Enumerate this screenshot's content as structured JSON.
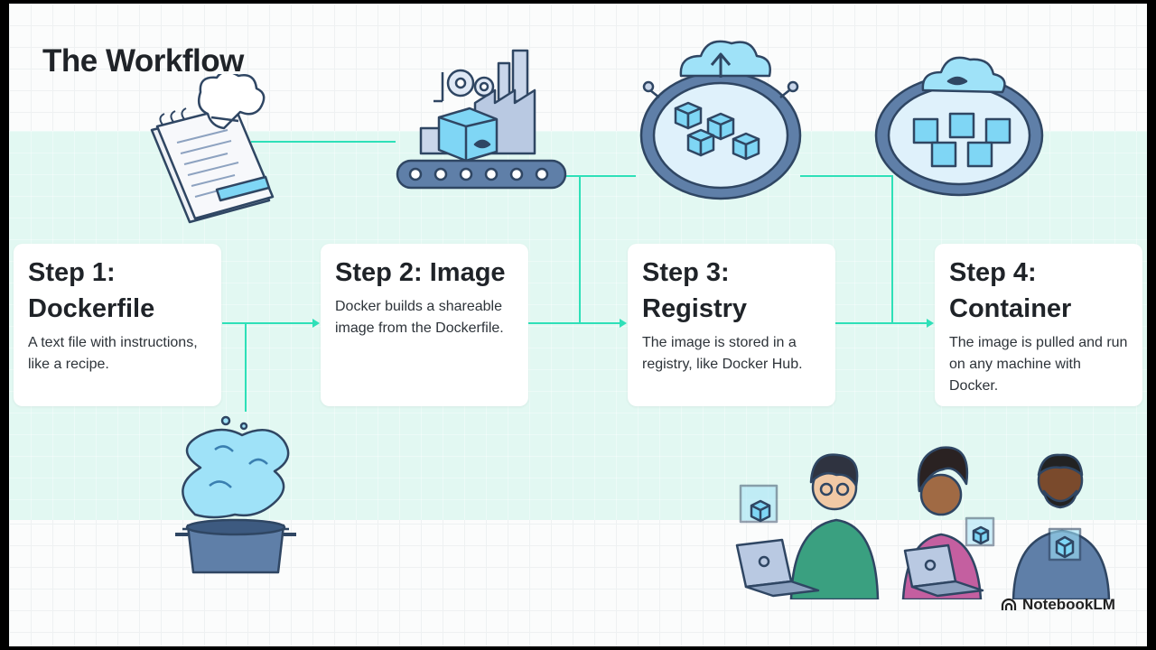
{
  "title": "The Workflow",
  "steps": [
    {
      "heading_line1": "Step 1:",
      "heading_line2": "Dockerfile",
      "body": "A text file with instructions, like a recipe."
    },
    {
      "heading_line1": "Step 2: Image",
      "heading_line2": "",
      "body": "Docker builds a shareable image from the Dockerfile."
    },
    {
      "heading_line1": "Step 3:",
      "heading_line2": "Registry",
      "body": "The image is stored in a registry, like Docker Hub."
    },
    {
      "heading_line1": "Step 4:",
      "heading_line2": "Container",
      "body": "The image is pulled and run on any machine with Docker."
    }
  ],
  "brand": {
    "label": "NotebookLM",
    "icon": "notebooklm-logo-icon"
  },
  "colors": {
    "band": "#e2f8f2",
    "connector": "#2ee0b8",
    "accent_blue": "#7fd6f5",
    "outline": "#2f4663"
  }
}
